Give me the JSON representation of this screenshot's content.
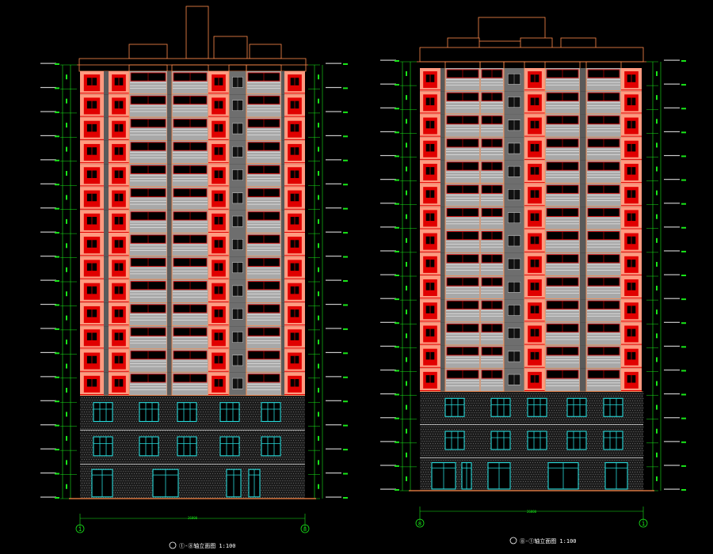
{
  "colors": {
    "background": "#000000",
    "dimension": "#19e619",
    "outline": "#ff8a4a",
    "window_red": "#e00000",
    "panel_salmon": "#ff9a80",
    "wall_gray": "#a8a8a8",
    "window_cyan": "#27d9d9",
    "label_white": "#ffffff"
  },
  "drawings": [
    {
      "caption": "①-⑧轴立面图 1:100",
      "axis_left": "1",
      "axis_right": "8",
      "residential_floors": 14,
      "podium_floors": 3,
      "overall_width_label": "26800"
    },
    {
      "caption": "⑧-①轴立面图 1:100",
      "axis_left": "8",
      "axis_right": "1",
      "residential_floors": 14,
      "podium_floors": 3,
      "overall_width_label": "26800"
    }
  ]
}
